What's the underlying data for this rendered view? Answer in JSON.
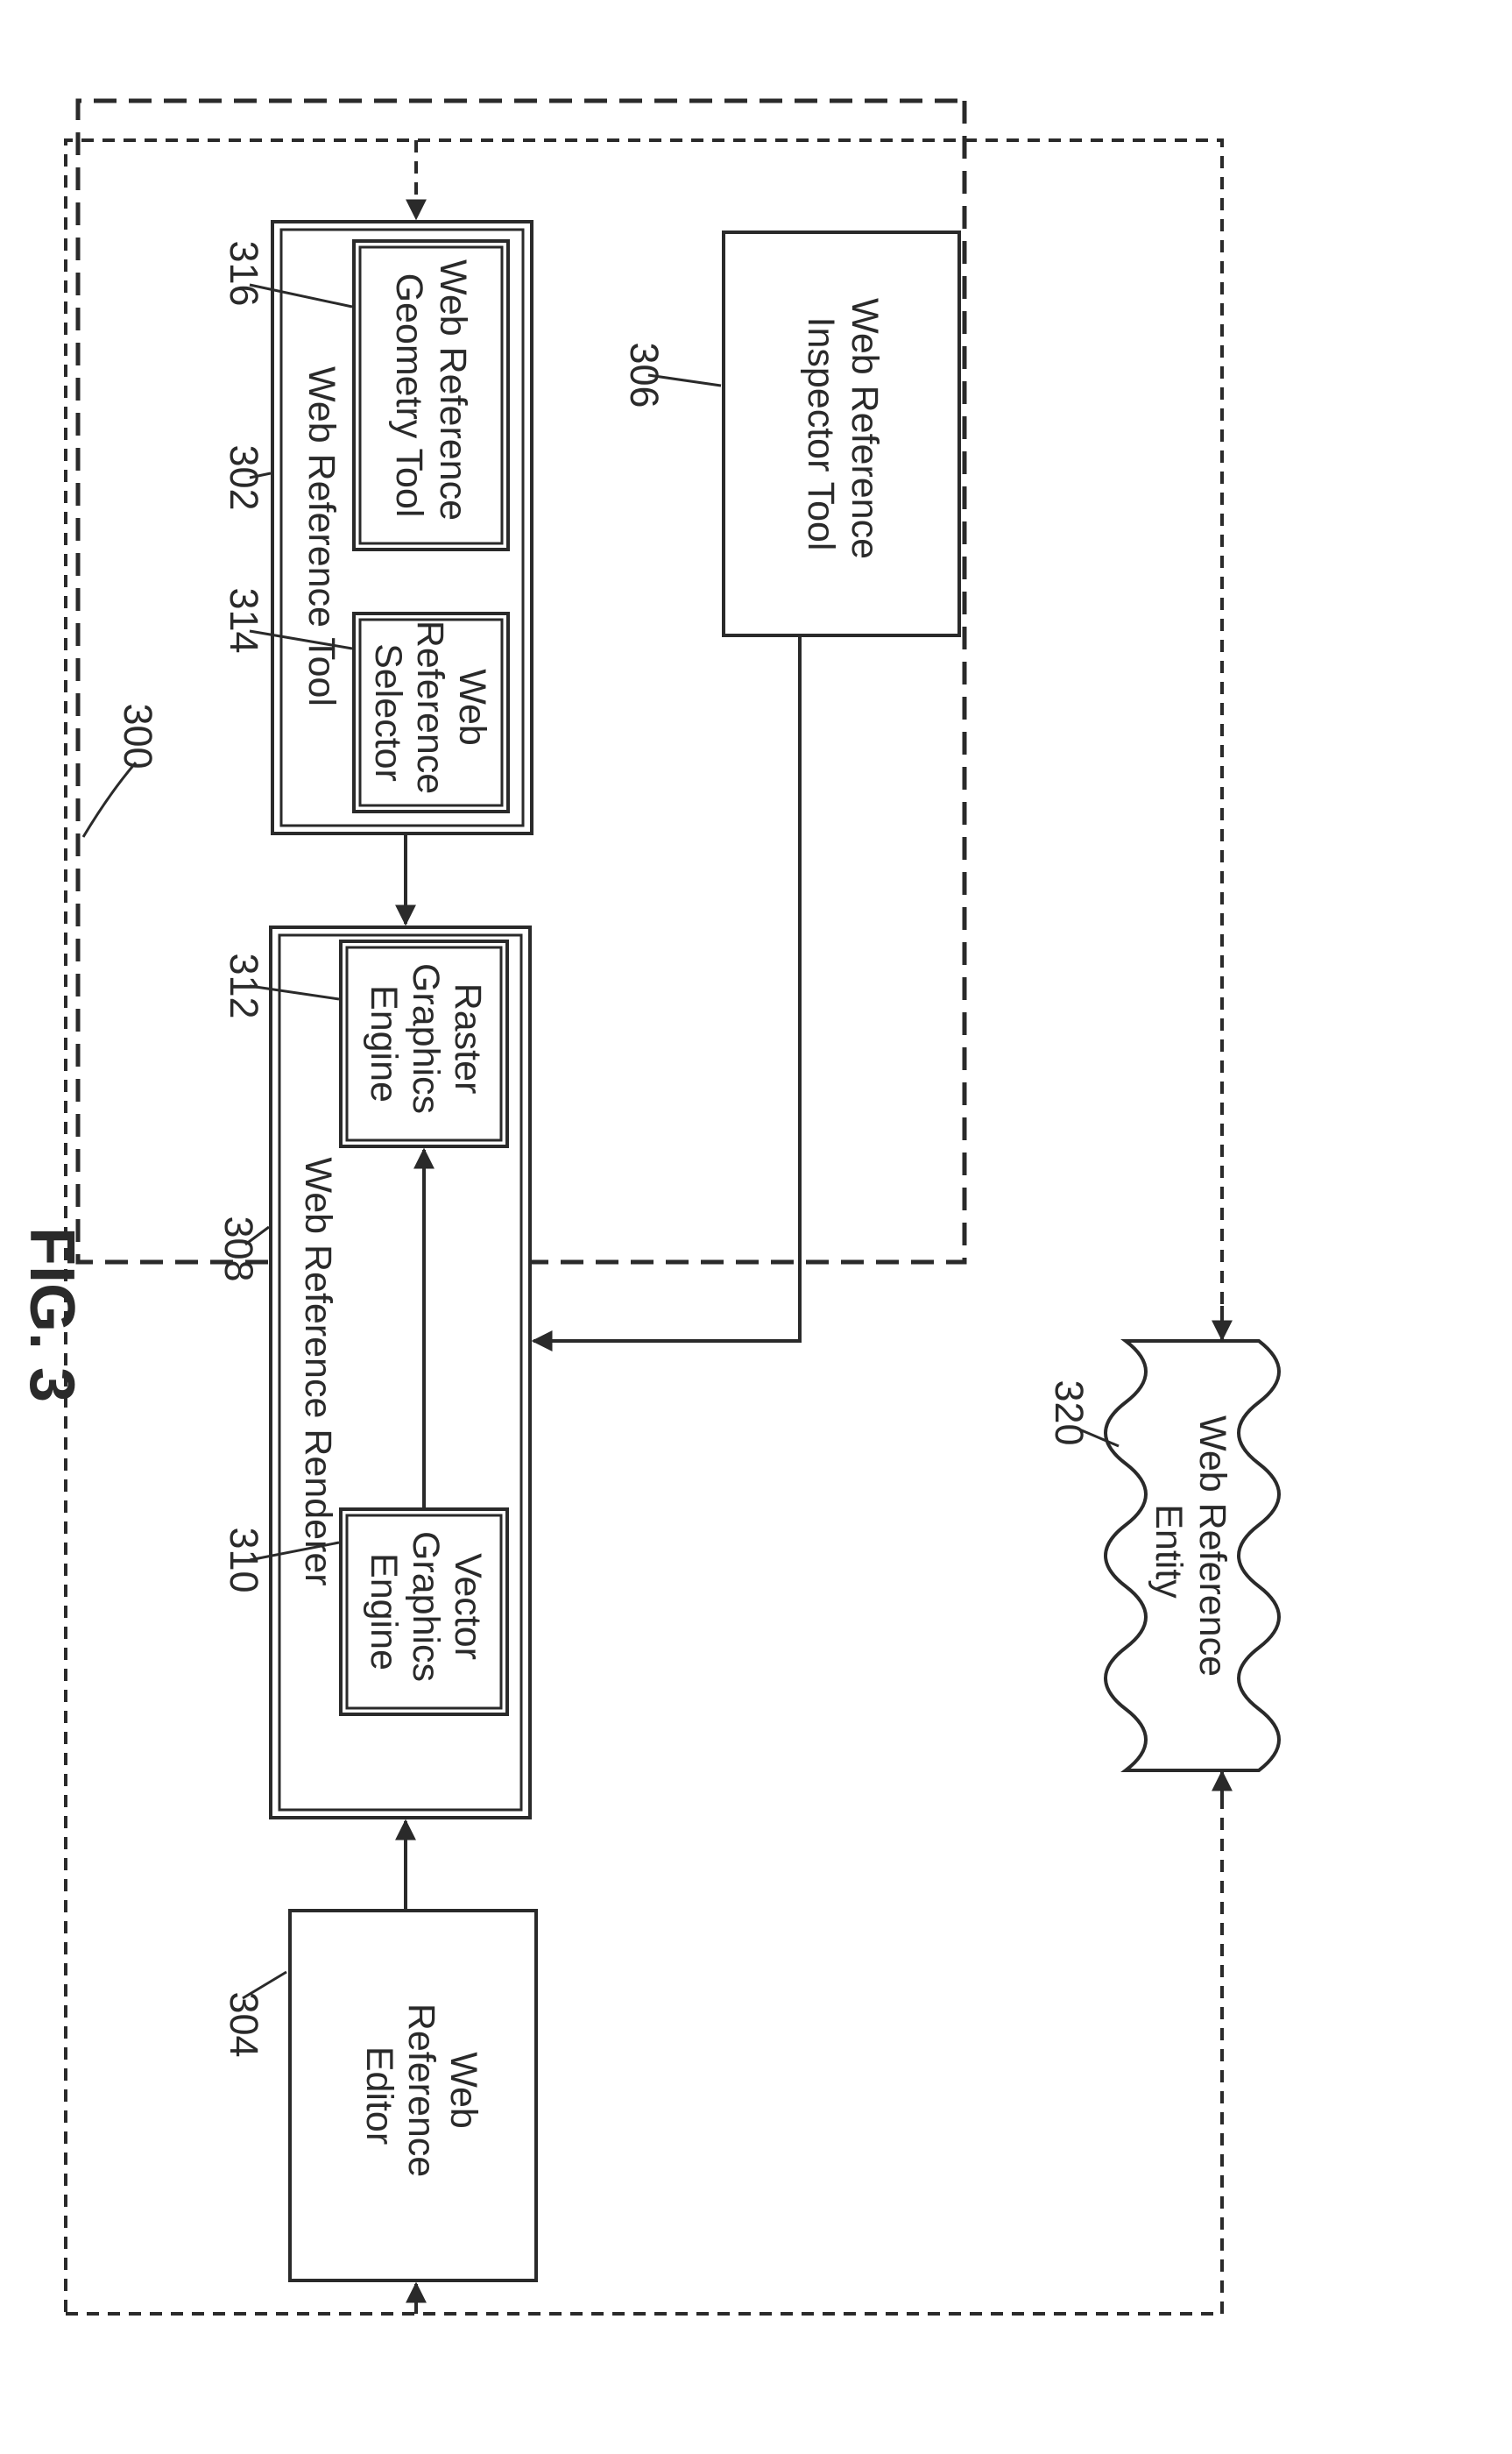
{
  "figure_caption": "FIG. 3",
  "system": {
    "ref": "300"
  },
  "components": {
    "editor": {
      "ref": "304",
      "lines": [
        "Web",
        "Reference",
        "Editor"
      ]
    },
    "renderer": {
      "ref": "308",
      "label": "Web Reference Renderer"
    },
    "vector_engine": {
      "ref": "310",
      "lines": [
        "Vector",
        "Graphics",
        "Engine"
      ]
    },
    "raster_engine": {
      "ref": "312",
      "lines": [
        "Raster",
        "Graphics",
        "Engine"
      ]
    },
    "reference_tool": {
      "ref": "302",
      "label": "Web Reference Tool"
    },
    "selector": {
      "ref": "314",
      "lines": [
        "Web",
        "Reference",
        "Selector"
      ]
    },
    "geometry_tool": {
      "ref": "316",
      "lines": [
        "Web Reference",
        "Geometry Tool"
      ]
    },
    "inspector_tool": {
      "ref": "306",
      "lines": [
        "Web Reference",
        "Inspector Tool"
      ]
    },
    "entity": {
      "ref": "320",
      "lines": [
        "Web Reference",
        "Entity"
      ]
    }
  },
  "colors": {
    "ink": "#2a2a2a",
    "background": "#ffffff"
  }
}
